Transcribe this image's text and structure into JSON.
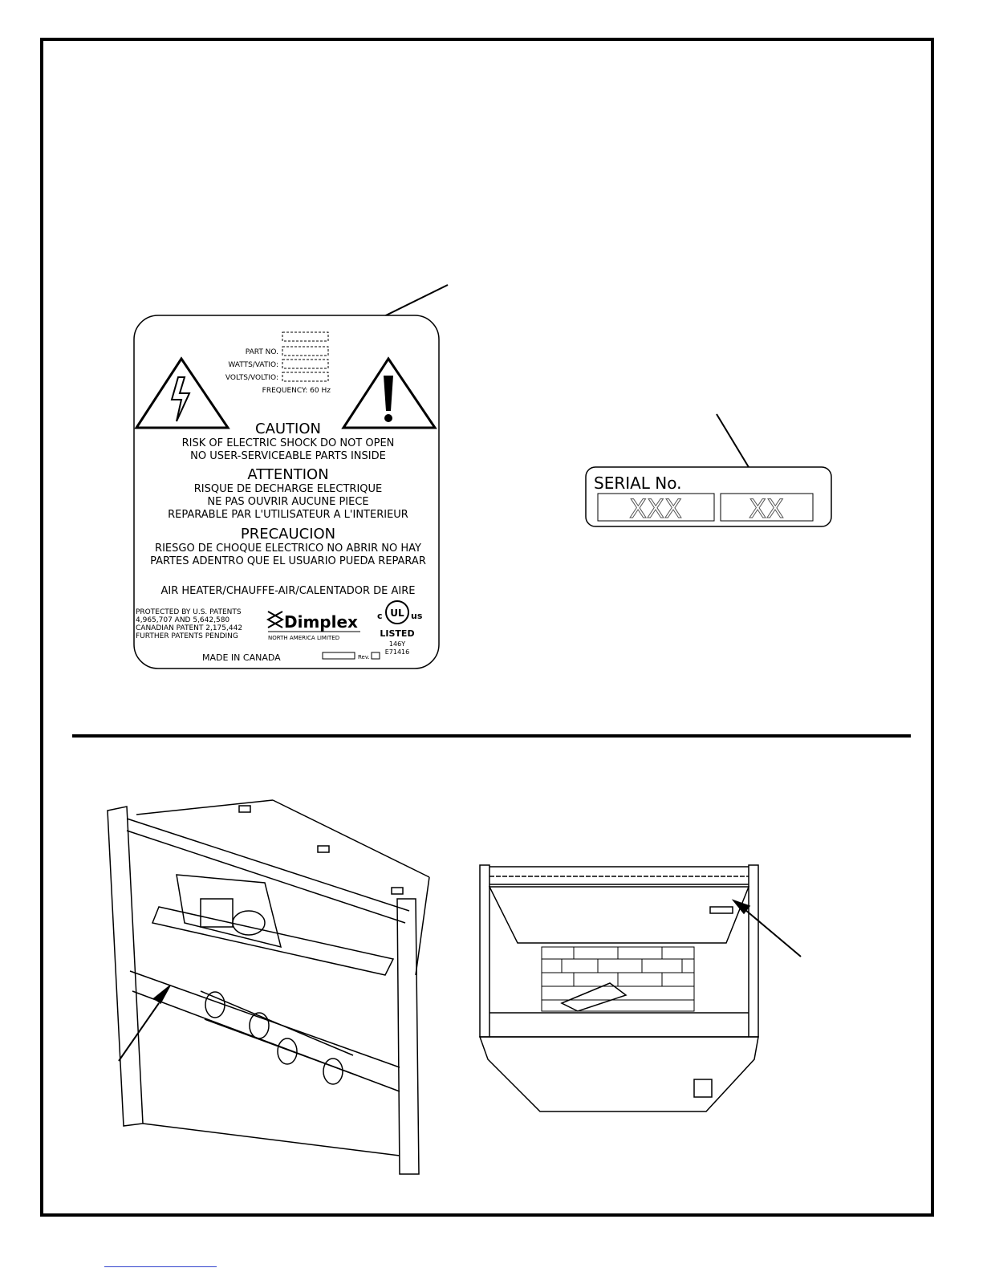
{
  "rating_label": {
    "part_no_label": "PART NO.",
    "watts_label": "WATTS/VATIO:",
    "volts_label": "VOLTS/VOLTIO:",
    "frequency_text": "FREQUENCY: 60 Hz",
    "caution_heading": "CAUTION",
    "caution_line1": "RISK OF ELECTRIC SHOCK  DO NOT OPEN",
    "caution_line2": "NO USER-SERVICEABLE PARTS INSIDE",
    "attention_heading": "ATTENTION",
    "attention_line1": "RISQUE DE DECHARGE ELECTRIQUE",
    "attention_line2": "NE PAS OUVRIR AUCUNE PIECE",
    "attention_line3": "REPARABLE PAR L'UTILISATEUR A L'INTERIEUR",
    "precaucion_heading": "PRECAUCION",
    "precaucion_line1": "RIESGO DE CHOQUE ELECTRICO NO ABRIR NO HAY",
    "precaucion_line2": "PARTES ADENTRO QUE EL USUARIO PUEDA REPARAR",
    "product_line": "AIR HEATER/CHAUFFE-AIR/CALENTADOR DE AIRE",
    "patent_line1": "PROTECTED BY U.S. PATENTS",
    "patent_line2": "4,965,707 AND 5,642,580",
    "patent_line3": "CANADIAN PATENT 2,175,442",
    "patent_line4": "FURTHER PATENTS PENDING",
    "brand_name": "Dimplex",
    "brand_subline": "NORTH   AMERICA   LIMITED",
    "ul_c": "c",
    "ul_mark": "UL",
    "ul_us": "us",
    "ul_listed": "LISTED",
    "code_line1": "146Y",
    "code_line2": "E71416",
    "made_in": "MADE IN CANADA",
    "rev_label": "Rev."
  },
  "serial_label": {
    "title": "SERIAL No.",
    "field1": "XXX",
    "field2": "XX"
  }
}
